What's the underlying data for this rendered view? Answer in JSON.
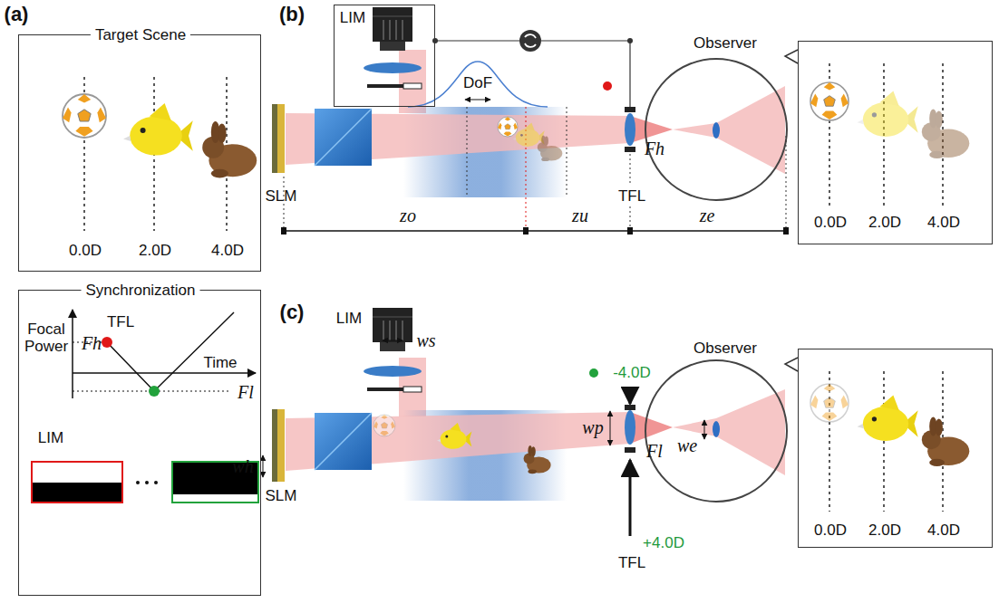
{
  "diagram": {
    "nodes": [
      {
        "text": [
          "Target Scene",
          "0.0D",
          "2.0D",
          "4.0D"
        ]
      },
      {
        "text": [
          "Synchronization",
          "Focal Power",
          "TFL",
          "Fh",
          "Time",
          "Fl",
          "LIM"
        ]
      },
      {
        "text": [
          "LIM"
        ]
      },
      {
        "text": [
          "0.0D",
          "2.0D",
          "4.0D"
        ]
      },
      {
        "text": [
          "0.0D",
          "2.0D",
          "4.0D"
        ]
      }
    ],
    "labels": [
      "(a)",
      "(b)",
      "(c)",
      "DoF",
      "SLM",
      "TFL",
      "Fh",
      "Observer",
      "zo",
      "zu",
      "ze",
      "LIM",
      "ws",
      "wh",
      "SLM",
      "-4.0D",
      "+4.0D",
      "wp",
      "Fl",
      "TFL",
      "Observer",
      "we"
    ]
  }
}
